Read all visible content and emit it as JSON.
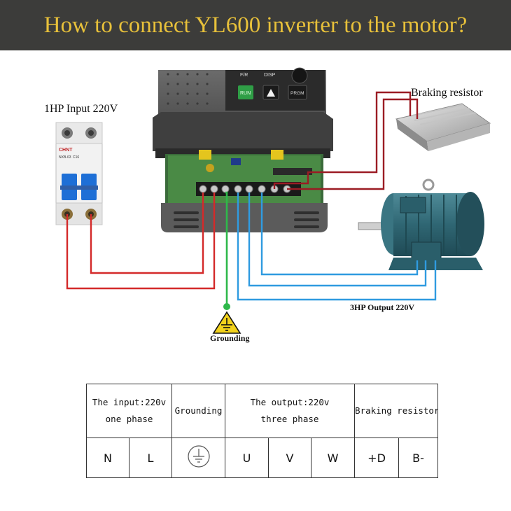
{
  "title": "How to connect YL600 inverter to the motor?",
  "labels": {
    "input": "1HP Input 220V",
    "braking_resistor": "Braking resistor",
    "output": "3HP Output 220V",
    "grounding": "Grounding"
  },
  "device_text": {
    "btn_fr": "F/R",
    "btn_disp": "DISP",
    "btn_run": "RUN",
    "btn_prgm": "PRGM",
    "breaker_brand": "CHNT",
    "breaker_model": "NXB-63",
    "breaker_rating": "C16"
  },
  "table": {
    "headers": [
      {
        "line1": "The input:220v",
        "line2": "one phase"
      },
      {
        "line1": "Grounding",
        "line2": ""
      },
      {
        "line1": "The output:220v",
        "line2": "three phase"
      },
      {
        "line1": "Braking resistor",
        "line2": ""
      }
    ],
    "terminals": [
      "N",
      "L",
      "",
      "U",
      "V",
      "W",
      "+D",
      "B-"
    ]
  },
  "colors": {
    "banner_bg": "#3c3c3a",
    "banner_text": "#e8c13a",
    "wire_input": "#d42a2a",
    "wire_brake": "#9b1c24",
    "wire_ground": "#2eb84a",
    "wire_output": "#2f9be0"
  }
}
